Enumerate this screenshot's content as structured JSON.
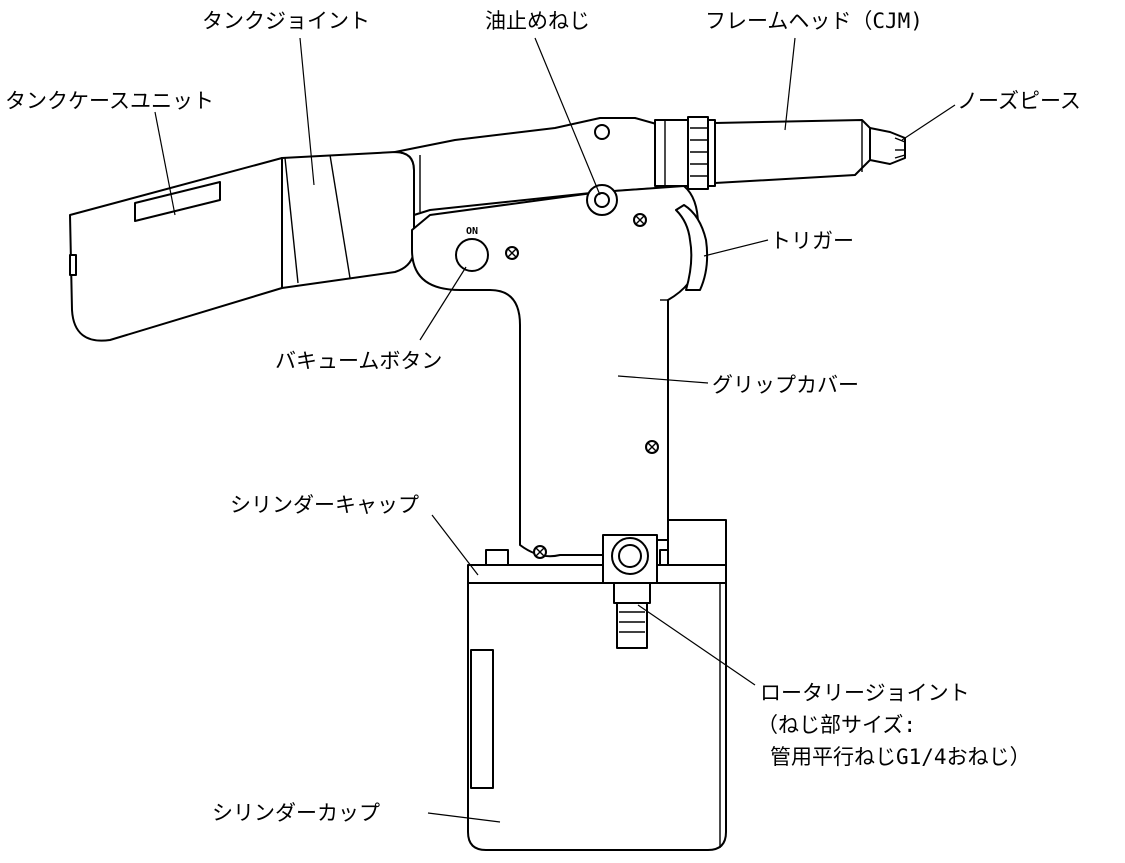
{
  "labels": {
    "tank_case_unit": "タンクケースユニット",
    "tank_joint": "タンクジョイント",
    "oil_stop_screw": "油止めねじ",
    "frame_head": "フレームヘッド（CJM)",
    "nose_piece": "ノーズピース",
    "trigger": "トリガー",
    "vacuum_button": "バキュームボタン",
    "grip_cover": "グリップカバー",
    "cylinder_cap": "シリンダーキャップ",
    "rotary_joint": "ロータリージョイント",
    "rotary_joint_note_1": "（ねじ部サイズ:",
    "rotary_joint_note_2": "管用平行ねじG1/4おねじ）",
    "cylinder_cup": "シリンダーカップ",
    "on_marking": "ON"
  }
}
